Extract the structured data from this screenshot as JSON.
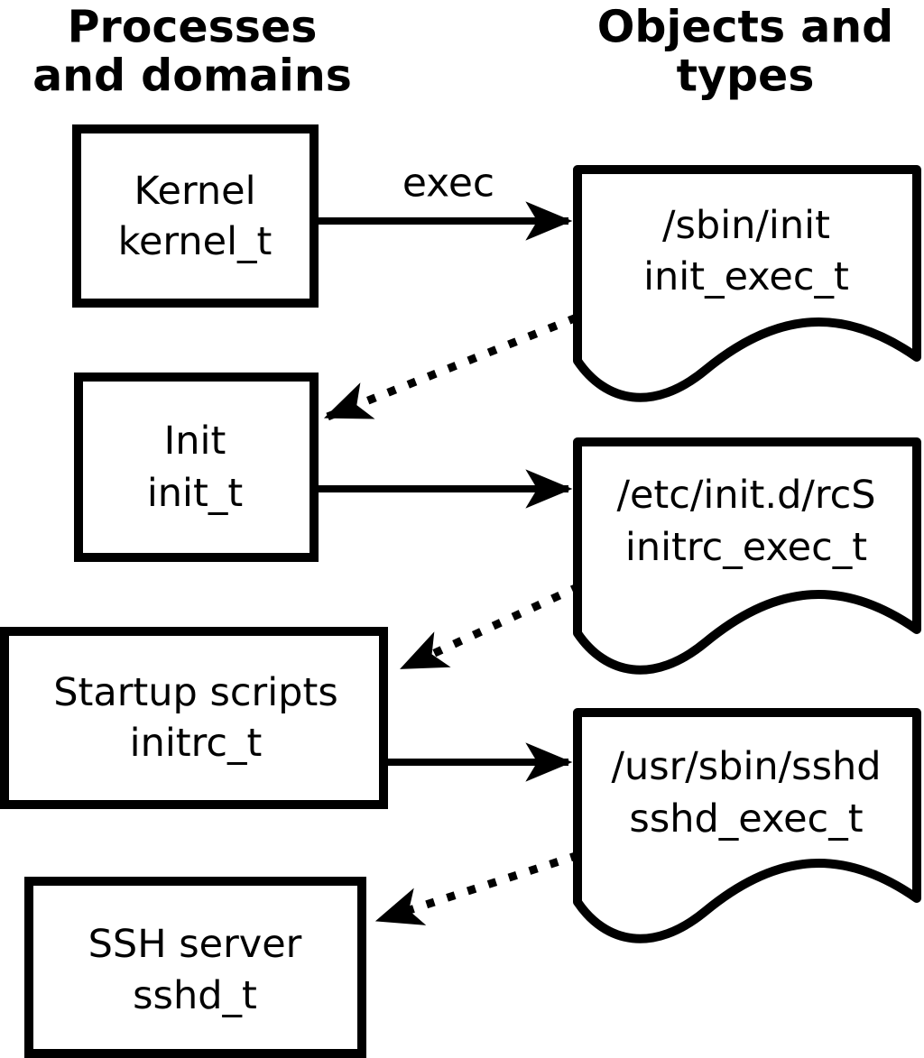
{
  "figure": {
    "left_column_header": {
      "line1": "Processes",
      "line2": "and domains"
    },
    "right_column_header": {
      "line1": "Objects and",
      "line2": "types"
    },
    "process_boxes": [
      {
        "name": "Kernel",
        "type_label": "kernel_t"
      },
      {
        "name": "Init",
        "type_label": "init_t"
      },
      {
        "name": "Startup scripts",
        "type_label": "initrc_t"
      },
      {
        "name": "SSH server",
        "type_label": "sshd_t"
      }
    ],
    "object_docs": [
      {
        "path": "/sbin/init",
        "type_label": "init_exec_t"
      },
      {
        "path": "/etc/init.d/rcS",
        "type_label": "initrc_exec_t"
      },
      {
        "path": "/usr/sbin/sshd",
        "type_label": "sshd_exec_t"
      }
    ],
    "edges": [
      {
        "from": "Kernel (kernel_t)",
        "to": "/sbin/init (init_exec_t)",
        "style": "solid",
        "label": "exec"
      },
      {
        "from": "/sbin/init (init_exec_t)",
        "to": "Init (init_t)",
        "style": "dotted"
      },
      {
        "from": "Init (init_t)",
        "to": "/etc/init.d/rcS (initrc_exec_t)",
        "style": "solid"
      },
      {
        "from": "/etc/init.d/rcS (initrc_exec_t)",
        "to": "Startup scripts (initrc_t)",
        "style": "dotted"
      },
      {
        "from": "Startup scripts (initrc_t)",
        "to": "/usr/sbin/sshd (sshd_exec_t)",
        "style": "solid"
      },
      {
        "from": "/usr/sbin/sshd (sshd_exec_t)",
        "to": "SSH server (sshd_t)",
        "style": "dotted"
      }
    ],
    "colors": {
      "ink": "#000000",
      "background": "#ffffff"
    }
  }
}
